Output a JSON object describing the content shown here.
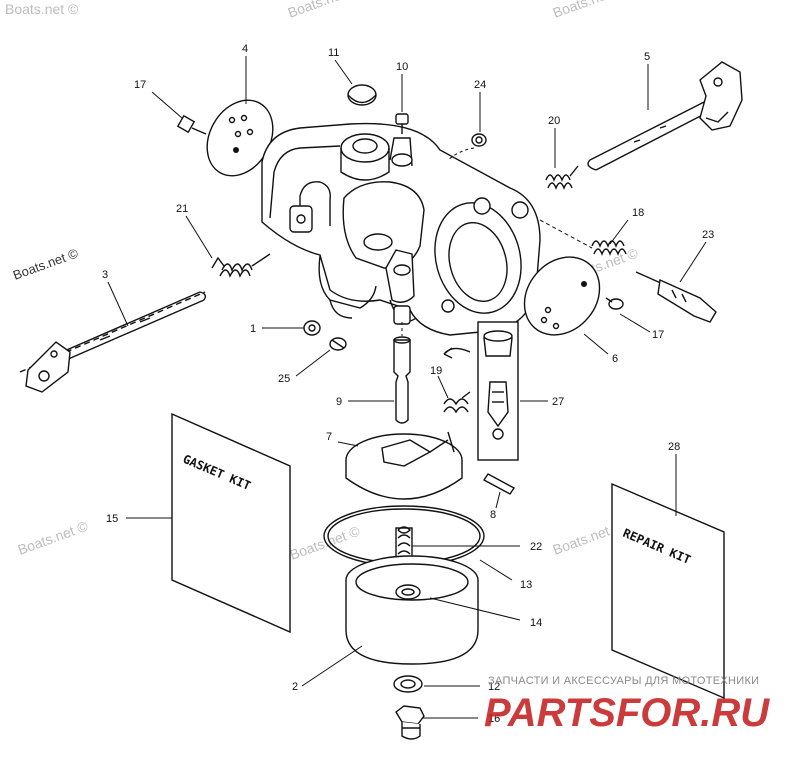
{
  "watermarks": {
    "boats": "Boats.net ©"
  },
  "branding": {
    "tagline": "ЗАПЧАСТИ И АКСЕССУАРЫ ДЛЯ МОТОТЕХНИКИ",
    "logo_text": "PARTSFOR.RU"
  },
  "cards": {
    "gasket_kit": "GASKET KIT",
    "repair_kit": "REPAIR KIT"
  },
  "callouts": {
    "c1": "1",
    "c2": "2",
    "c3": "3",
    "c4": "4",
    "c5": "5",
    "c6": "6",
    "c7": "7",
    "c8": "8",
    "c9": "9",
    "c10": "10",
    "c11": "11",
    "c12": "12",
    "c13": "13",
    "c14": "14",
    "c15": "15",
    "c16": "16",
    "c17a": "17",
    "c17b": "17",
    "c18": "18",
    "c19": "19",
    "c20": "20",
    "c21": "21",
    "c22": "22",
    "c23": "23",
    "c24": "24",
    "c25": "25",
    "c27": "27",
    "c28": "28"
  },
  "colors": {
    "line": "#111111",
    "watermark": "#bdbdbd",
    "brand": "#c21a1a"
  }
}
